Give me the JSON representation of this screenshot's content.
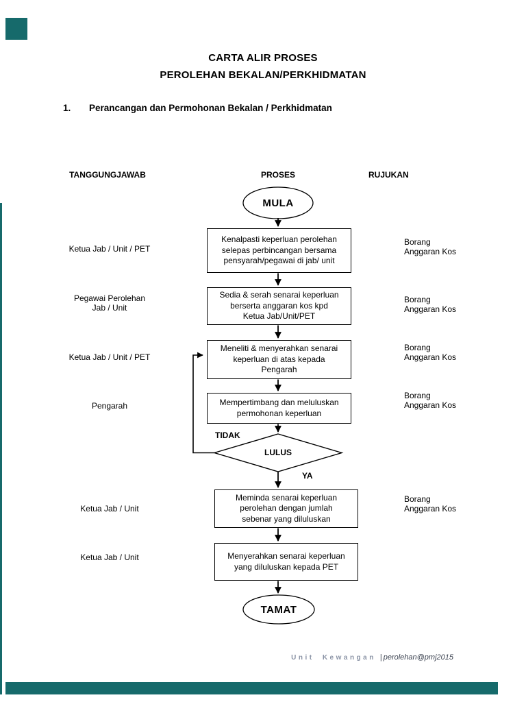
{
  "document": {
    "title_line1": "CARTA ALIR PROSES",
    "title_line2": "PEROLEHAN BEKALAN/PERKHIDMATAN",
    "section": {
      "number": "1.",
      "title": "Perancangan dan Permohonan Bekalan / Perkhidmatan"
    }
  },
  "columns": {
    "responsibility": "TANGGUNGJAWAB",
    "process": "PROSES",
    "reference": "RUJUKAN"
  },
  "flow": {
    "start_label": "MULA",
    "end_label": "TAMAT",
    "decision": {
      "label": "LULUS",
      "no_label": "TIDAK",
      "yes_label": "YA"
    },
    "steps": [
      {
        "responsibility_lines": [
          "Ketua Jab / Unit / PET"
        ],
        "process_lines": [
          "Kenalpasti keperluan perolehan",
          "selepas perbincangan bersama",
          "pensyarah/pegawai di jab/ unit"
        ],
        "reference_lines": [
          "Borang",
          "Anggaran Kos"
        ]
      },
      {
        "responsibility_lines": [
          "Pegawai Perolehan",
          "Jab / Unit"
        ],
        "process_lines": [
          "Sedia & serah senarai keperluan",
          "berserta anggaran kos kpd",
          "Ketua Jab/Unit/PET"
        ],
        "reference_lines": [
          "Borang",
          "Anggaran Kos"
        ]
      },
      {
        "responsibility_lines": [
          "Ketua Jab / Unit / PET"
        ],
        "process_lines": [
          "Meneliti & menyerahkan senarai",
          "keperluan di atas kepada",
          "Pengarah"
        ],
        "reference_lines": [
          "Borang",
          "Anggaran Kos"
        ]
      },
      {
        "responsibility_lines": [
          "Pengarah"
        ],
        "process_lines": [
          "Mempertimbang dan meluluskan",
          "permohonan keperluan"
        ],
        "reference_lines": [
          "Borang",
          "Anggaran Kos"
        ]
      },
      {
        "responsibility_lines": [
          "Ketua Jab / Unit"
        ],
        "process_lines": [
          "Meminda senarai keperluan",
          "perolehan dengan jumlah",
          "sebenar yang diluluskan"
        ],
        "reference_lines": [
          "Borang",
          "Anggaran Kos"
        ]
      },
      {
        "responsibility_lines": [
          "Ketua Jab / Unit"
        ],
        "process_lines": [
          "Menyerahkan senarai keperluan",
          "yang diluluskan kepada PET"
        ],
        "reference_lines": []
      }
    ]
  },
  "footer": {
    "unit_label": "Unit Kewangan",
    "separator": "|",
    "handle": "perolehan@pmj2015"
  },
  "colors": {
    "page_edge_teal": "#166a6b",
    "footer_unit_gray": "#8a93a5",
    "footer_handle_dark": "#3b4250",
    "ink": "#000000"
  }
}
